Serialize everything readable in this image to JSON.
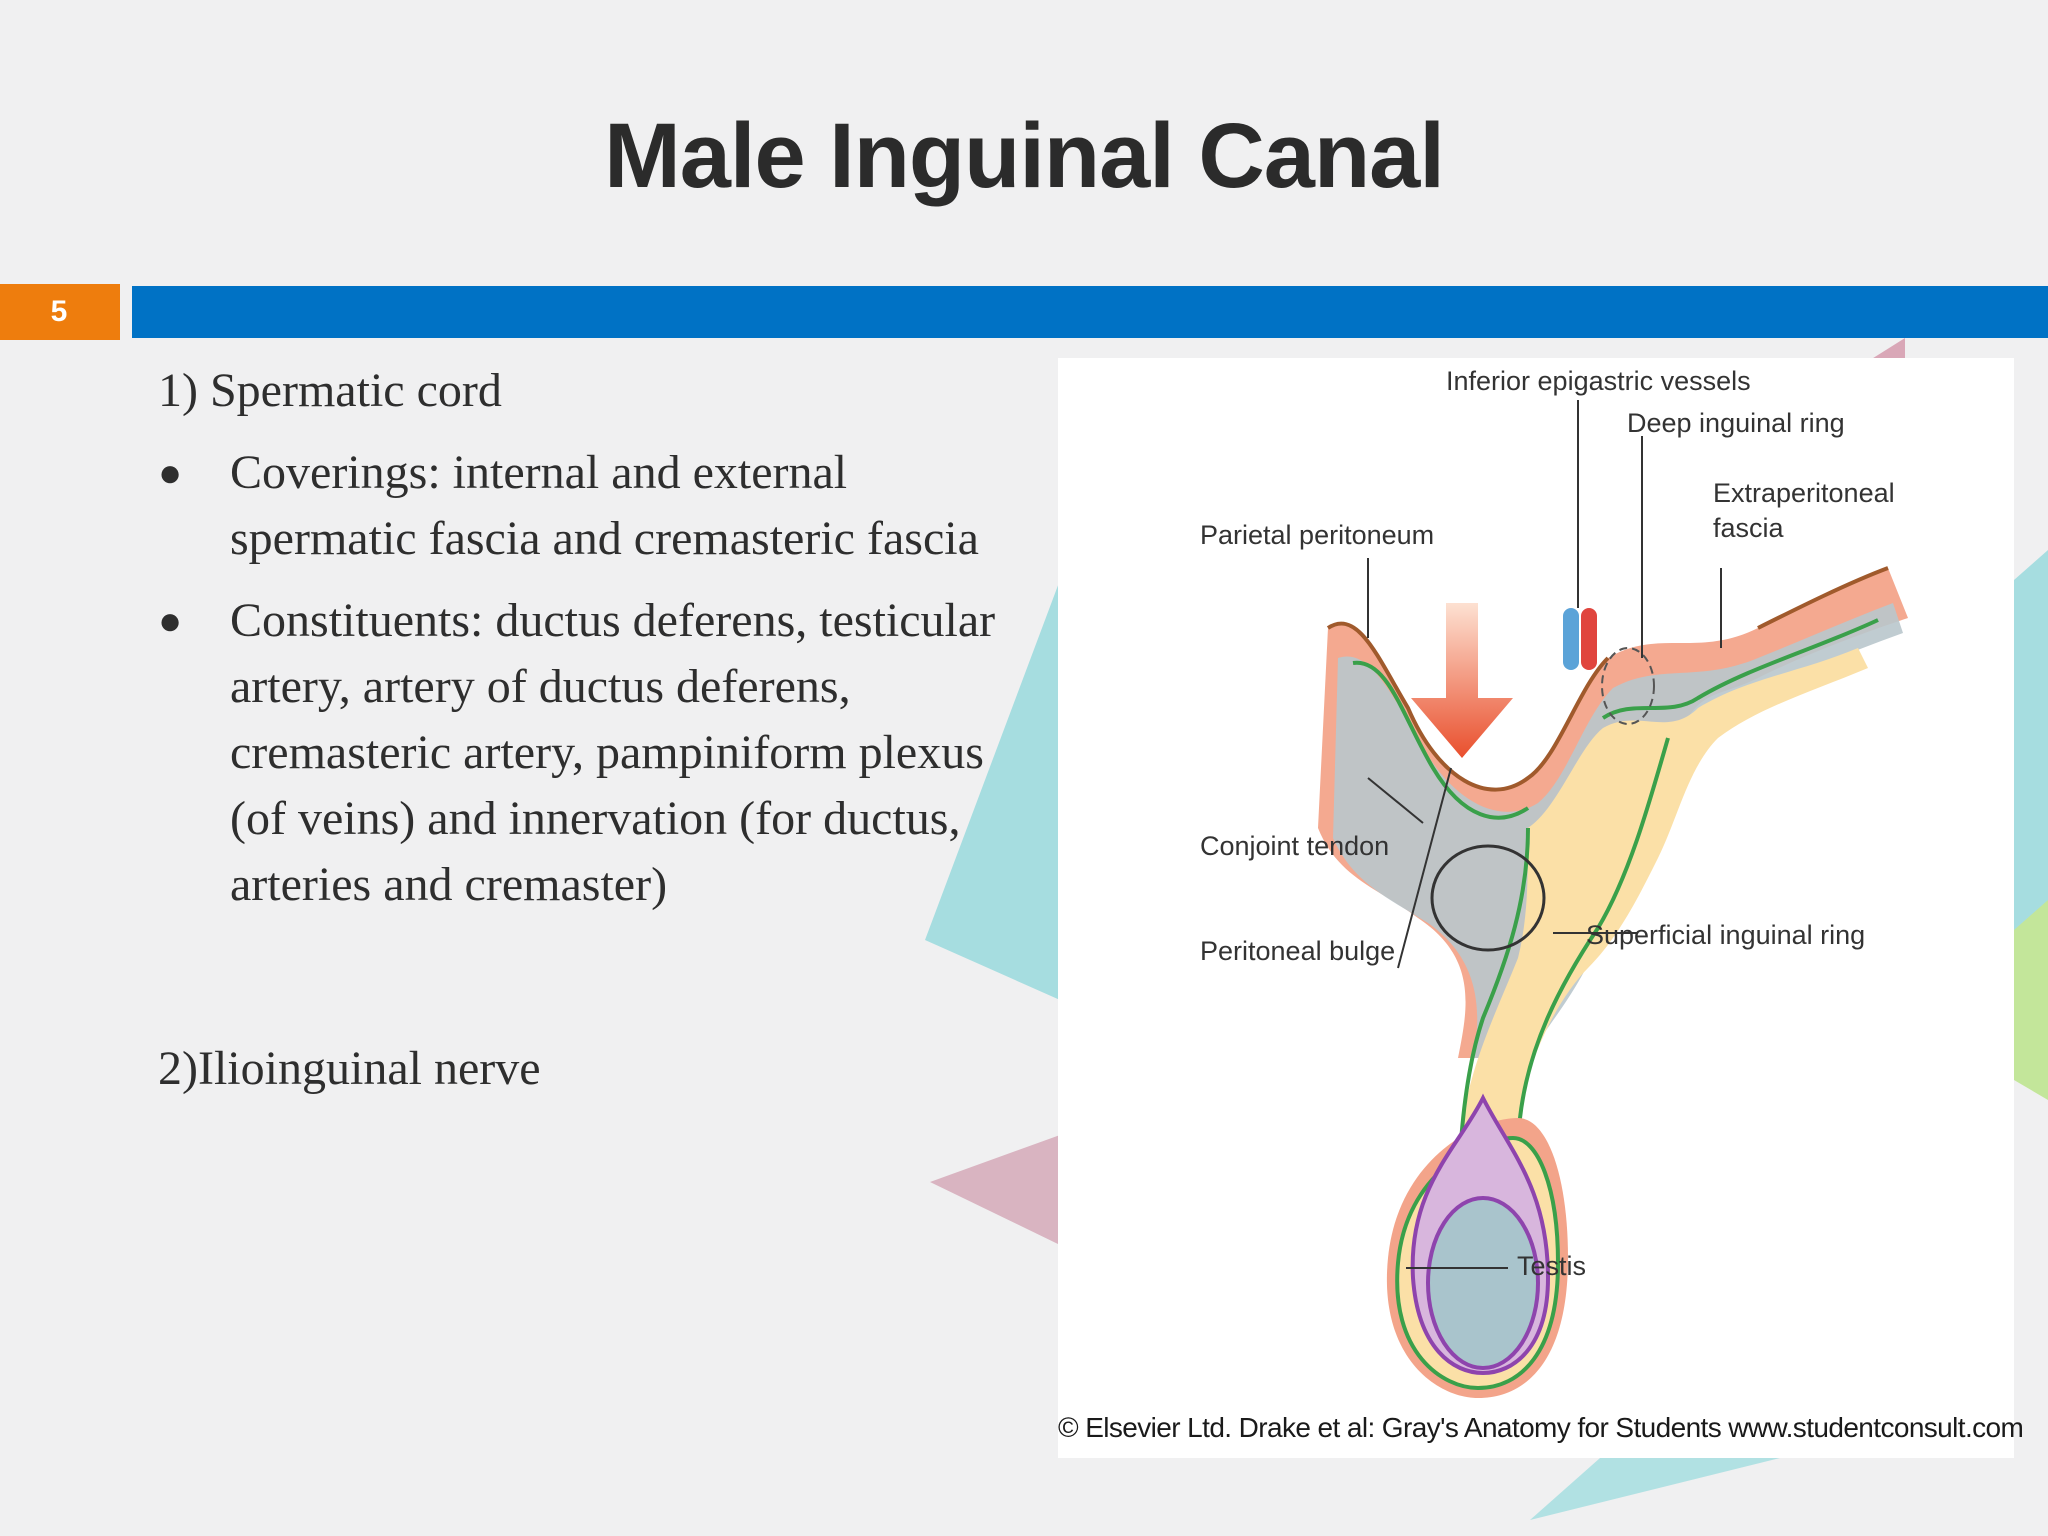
{
  "slide": {
    "title": "Male Inguinal Canal",
    "number": "5"
  },
  "content": {
    "item1": "1) Spermatic cord",
    "bullet1": "Coverings:  internal and external spermatic fascia and cremasteric fascia",
    "bullet2": "Constituents:  ductus deferens, testicular artery, artery of ductus deferens, cremasteric artery, pampiniform plexus (of veins) and innervation (for ductus, arteries and cremaster)",
    "item2": "2)Ilioinguinal nerve"
  },
  "figure": {
    "labels": {
      "inferior_epigastric": "Inferior epigastric vessels",
      "deep_ring": "Deep inguinal ring",
      "extraperitoneal_1": "Extraperitoneal",
      "extraperitoneal_2": "fascia",
      "parietal_peritoneum": "Parietal peritoneum",
      "conjoint_tendon": "Conjoint tendon",
      "peritoneal_bulge": "Peritoneal bulge",
      "superficial_ring": "Superficial inguinal ring",
      "testis": "Testis"
    },
    "credit": "© Elsevier Ltd. Drake et al: Gray's Anatomy for Students www.studentconsult.com"
  },
  "colors": {
    "orange": "#ee7d0d",
    "blue": "#0072c5",
    "teal": "#8fd6d9",
    "pink": "#d9a7b7",
    "green": "#9dd67b"
  }
}
